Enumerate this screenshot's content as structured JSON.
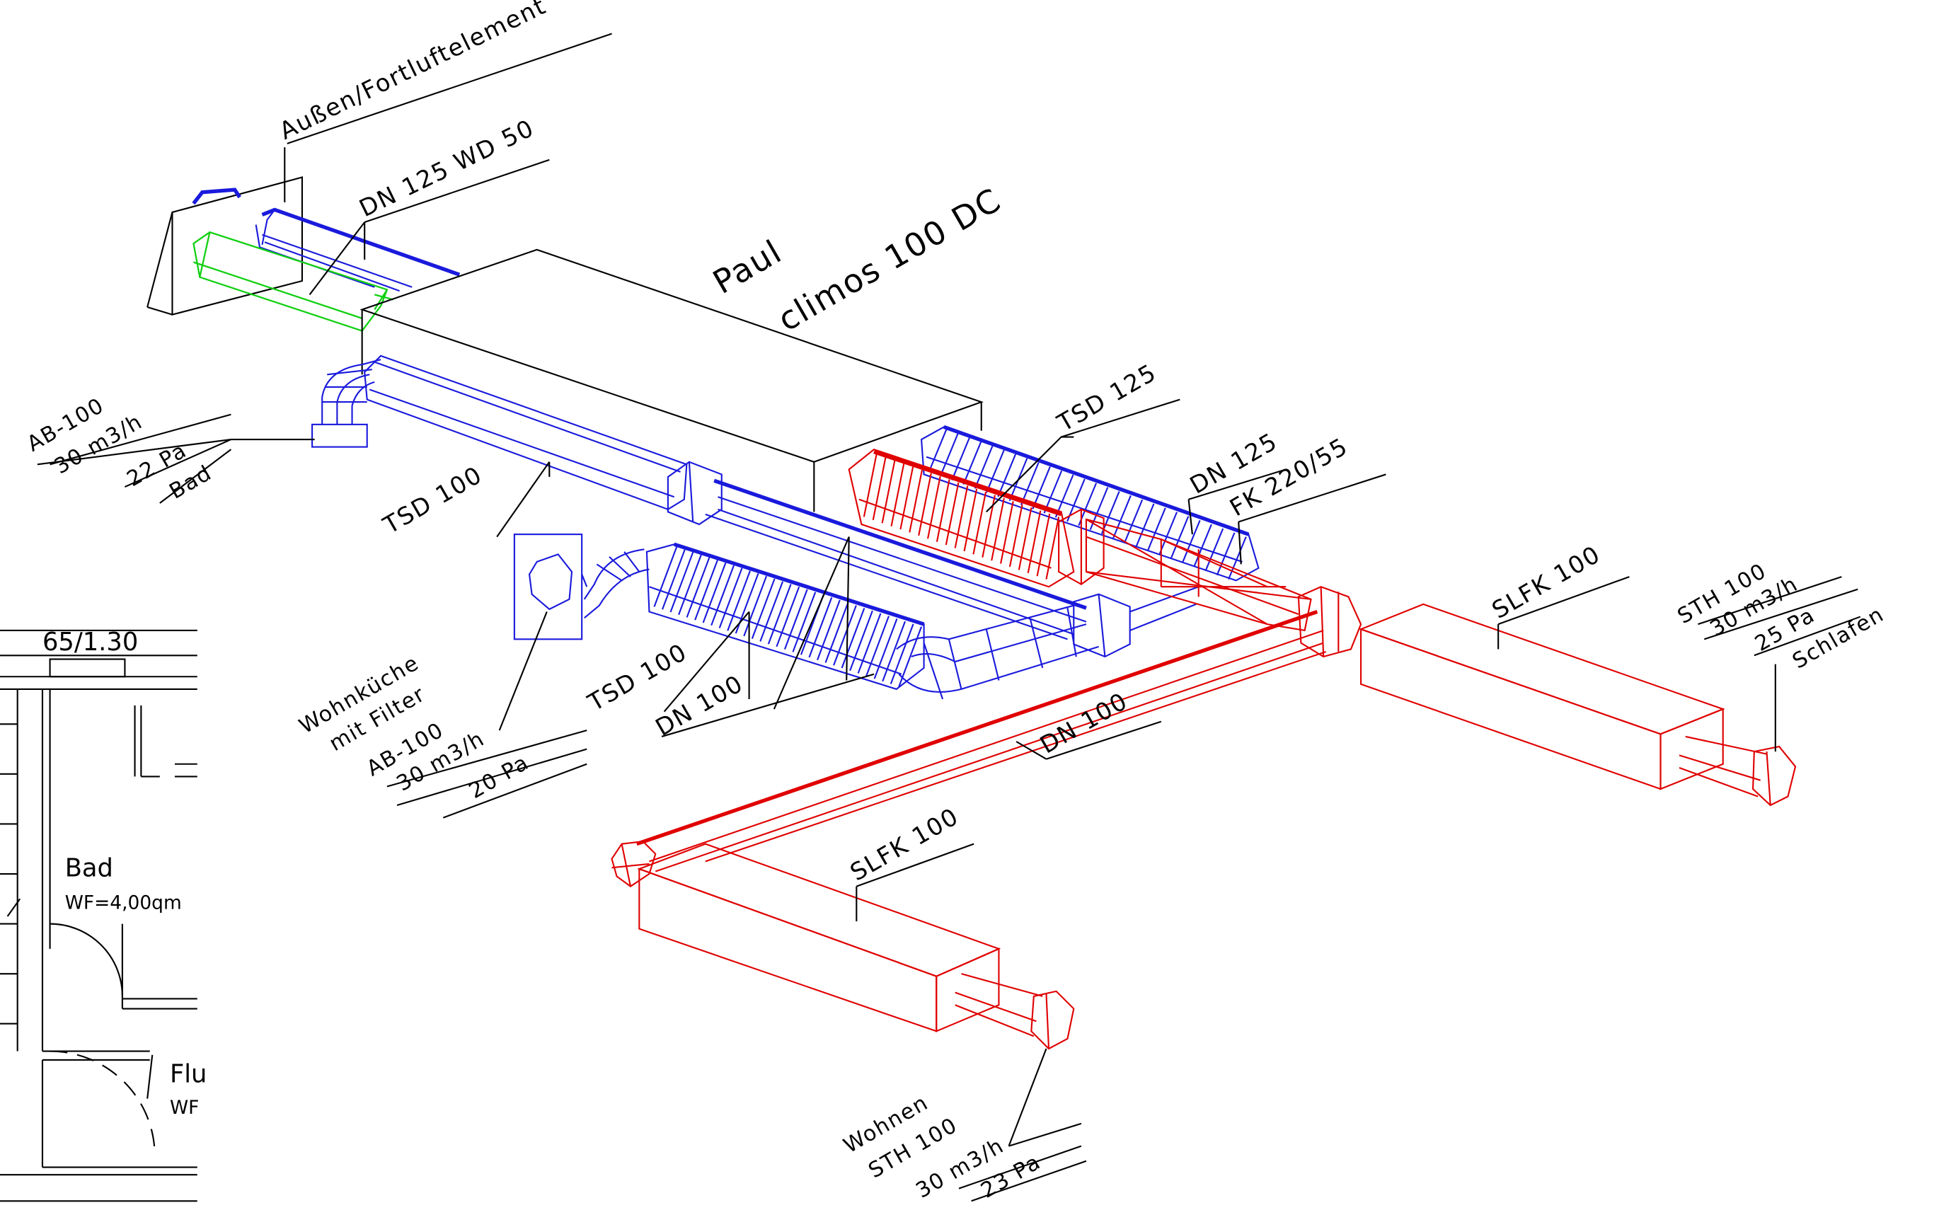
{
  "colors": {
    "extract_air": "#1a1adc",
    "supply_air": "#e00000",
    "outdoor_air": "#11d011",
    "line": "#000000"
  },
  "unit": {
    "brand": "Paul",
    "model": "climos 100 DC"
  },
  "labels": {
    "outdoor_element": "Außen/Fortluftelement",
    "dn125_wd50": "DN 125 WD 50",
    "tsd100_top": "TSD 100",
    "tsd100_mid": "TSD 100",
    "dn100_blue": "DN 100",
    "tsd125": "TSD 125",
    "dn125": "DN 125",
    "fk": "FK 220/55",
    "slfk_right": "SLFK 100",
    "slfk_left": "SLFK 100",
    "dn100_red": "DN 100"
  },
  "terminals": {
    "bad": {
      "type": "AB-100",
      "flow": "30 m3/h",
      "pressure": "22 Pa",
      "room": "Bad"
    },
    "kueche": {
      "room": "Wohnküche",
      "note": "mit Filter",
      "type": "AB-100",
      "flow": "30 m3/h",
      "pressure": "20 Pa"
    },
    "schlafen": {
      "type": "STH 100",
      "flow": "30 m3/h",
      "pressure": "25 Pa",
      "room": "Schlafen"
    },
    "wohnen": {
      "room": "Wohnen",
      "type": "STH 100",
      "flow": "30 m3/h",
      "pressure": "23 Pa"
    }
  },
  "floorplan": {
    "dimension": "65/1.30",
    "room_bad": "Bad",
    "area_bad": "WF=4,00qm",
    "room_flur": "Flu",
    "area_flur": "WF"
  }
}
